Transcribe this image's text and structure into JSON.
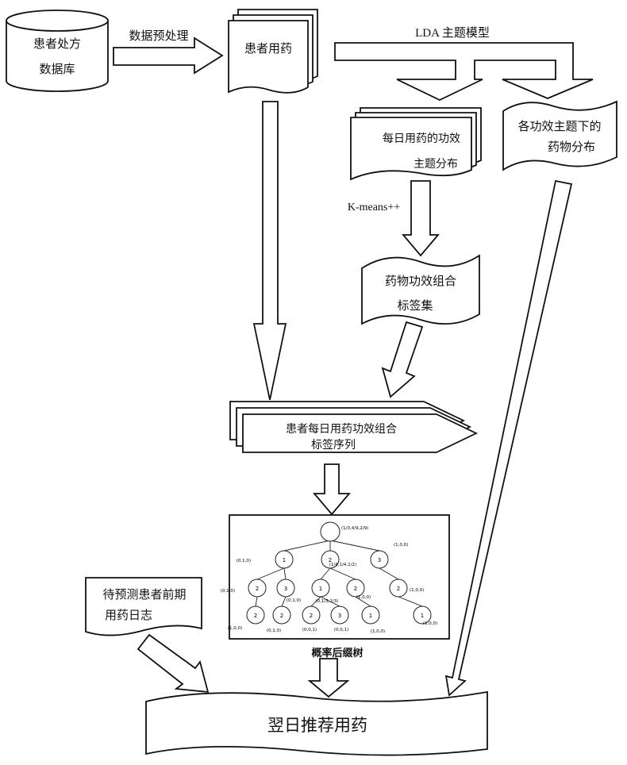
{
  "nodes": {
    "database": {
      "line1": "患者处方",
      "line2": "数据库"
    },
    "patient_meds": {
      "label": "患者用药"
    },
    "daily_effect_topic": {
      "line1": "每日用药的功效",
      "line2": "主题分布"
    },
    "effect_topic_drugs": {
      "line1": "各功效主题下的",
      "line2": "药物分布"
    },
    "effect_label_set": {
      "line1": "药物功效组合",
      "line2": "标签集"
    },
    "daily_label_seq": {
      "line1": "患者每日用药功效组合",
      "line2": "标签序列"
    },
    "prior_log": {
      "line1": "待预测患者前期",
      "line2": "用药日志"
    },
    "recommend": {
      "label": "翌日推荐用药"
    }
  },
  "edges": {
    "preprocess": "数据预处理",
    "lda": "LDA 主题模型",
    "kmeans": "K-means++"
  },
  "tree": {
    "caption": "概率后缀树",
    "nodes": [
      {
        "id": "root",
        "label": "",
        "info": "(1/3,4/9,2/9)"
      },
      {
        "id": "n1",
        "label": "1",
        "info": "(0,1,0)"
      },
      {
        "id": "n2",
        "label": "2",
        "info": "(1/4,1/4,1/2)"
      },
      {
        "id": "n3",
        "label": "3",
        "info": "(1,0,0)"
      },
      {
        "id": "n11",
        "label": "2",
        "info": "(0,1,0)"
      },
      {
        "id": "n12",
        "label": "3",
        "info": "(0,1,0)"
      },
      {
        "id": "n21",
        "label": "1",
        "info": "(0,1/3,2/3)"
      },
      {
        "id": "n22",
        "label": "2",
        "info": "(1,0,0)"
      },
      {
        "id": "n31",
        "label": "2",
        "info": "(1,0,0)"
      },
      {
        "id": "n111",
        "label": "2",
        "info": "(1,0,0)"
      },
      {
        "id": "n121",
        "label": "2",
        "info": "(0,1,0)"
      },
      {
        "id": "n211",
        "label": "2",
        "info": "(0,0,1)"
      },
      {
        "id": "n212",
        "label": "3",
        "info": "(0,0,1)"
      },
      {
        "id": "n221",
        "label": "1",
        "info": "(1,0,0)"
      },
      {
        "id": "n311",
        "label": "1",
        "info": "(1,0,0)"
      }
    ]
  }
}
